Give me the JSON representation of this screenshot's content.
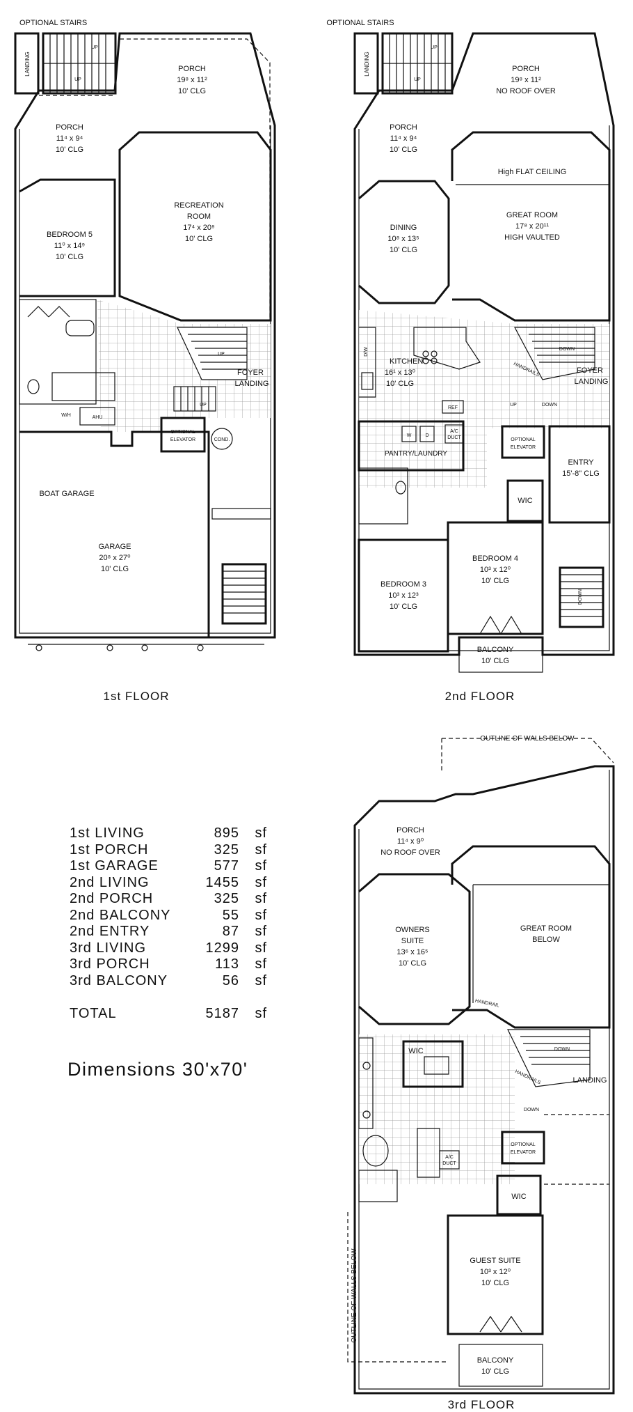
{
  "floor1": {
    "title": "1st FLOOR",
    "optional_stairs": "OPTIONAL STAIRS",
    "landing": "LANDING",
    "up1": "UP",
    "up2": "UP",
    "up3": "UP",
    "up4": "UP",
    "porch_big": {
      "name": "PORCH",
      "dims": "19⁸ x 11²",
      "clg": "10' CLG"
    },
    "porch_small": {
      "name": "PORCH",
      "dims": "11⁴ x 9⁴",
      "clg": "10' CLG"
    },
    "bedroom5": {
      "name": "BEDROOM 5",
      "dims": "11⁰ x 14⁹",
      "clg": "10' CLG"
    },
    "recreation": {
      "name1": "RECREATION",
      "name2": "ROOM",
      "dims": "17⁴ x 20⁹",
      "clg": "10' CLG"
    },
    "foyer": {
      "name1": "FOYER",
      "name2": "LANDING"
    },
    "wh": "W/H",
    "ahu": "AHU",
    "cond": "COND.",
    "elevator": {
      "line1": "OPTIONAL",
      "line2": "ELEVATOR"
    },
    "boat_garage": "BOAT GARAGE",
    "garage": {
      "name": "GARAGE",
      "dims": "20⁸ x 27⁰",
      "clg": "10' CLG"
    }
  },
  "floor2": {
    "title": "2nd FLOOR",
    "optional_stairs": "OPTIONAL STAIRS",
    "landing": "LANDING",
    "up1": "UP",
    "up2": "UP",
    "up3": "UP",
    "porch_big": {
      "name": "PORCH",
      "dims": "19⁸ x 11²",
      "clg": "NO ROOF OVER"
    },
    "porch_small": {
      "name": "PORCH",
      "dims": "11⁴ x 9⁴",
      "clg": "10' CLG"
    },
    "high_flat": "High FLAT CEILING",
    "dining": {
      "name": "DINING",
      "dims": "10⁸ x 13⁵",
      "clg": "10' CLG"
    },
    "great": {
      "name": "GREAT ROOM",
      "dims": "17⁸ x 20¹¹",
      "clg": "HIGH VAULTED"
    },
    "kitchen": {
      "name": "KITCHEN",
      "dims": "16¹ x 13⁰",
      "clg": "10' CLG"
    },
    "dw": "D/W",
    "ref": "REF",
    "w": "W",
    "d": "D",
    "ac": {
      "line1": "A/C",
      "line2": "DUCT"
    },
    "pantry": "PANTRY/LAUNDRY",
    "handrails": "HANDRAILS",
    "down1": "DOWN",
    "down2": "DOWN",
    "down3": "DOWN",
    "foyer": {
      "name1": "FOYER",
      "name2": "LANDING"
    },
    "elevator": {
      "line1": "OPTIONAL",
      "line2": "ELEVATOR"
    },
    "entry": {
      "name": "ENTRY",
      "clg": "15'-8\" CLG"
    },
    "wic": "WIC",
    "bedroom3": {
      "name": "BEDROOM 3",
      "dims": "10³ x 12³",
      "clg": "10' CLG"
    },
    "bedroom4": {
      "name": "BEDROOM 4",
      "dims": "10³ x 12⁰",
      "clg": "10' CLG"
    },
    "balcony": {
      "name": "BALCONY",
      "clg": "10' CLG"
    }
  },
  "floor3": {
    "title": "3rd FLOOR",
    "outline_top": "OUTLINE OF WALLS BELOW",
    "outline_side": "OUTLINE OF WALLS BELOW",
    "porch": {
      "name": "PORCH",
      "dims": "11⁴ x 9⁰",
      "clg": "NO ROOF OVER"
    },
    "great": {
      "name1": "GREAT ROOM",
      "name2": "BELOW"
    },
    "owners": {
      "name1": "OWNERS",
      "name2": "SUITE",
      "dims": "13⁶ x 16⁵",
      "clg": "10' CLG"
    },
    "handrail": "HANDRAIL",
    "handrails": "HANDRAILS",
    "down1": "DOWN",
    "down2": "DOWN",
    "landing": "LANDING",
    "wic1": "WIC",
    "wic2": "WIC",
    "ac": {
      "line1": "A/C",
      "line2": "DUCT"
    },
    "elevator": {
      "line1": "OPTIONAL",
      "line2": "ELEVATOR"
    },
    "guest": {
      "name": "GUEST SUITE",
      "dims": "10³ x 12⁰",
      "clg": "10' CLG"
    },
    "balcony": {
      "name": "BALCONY",
      "clg": "10' CLG"
    }
  },
  "sqft_table": [
    {
      "label": "1st  LIVING",
      "value": "895",
      "unit": "sf"
    },
    {
      "label": "1st  PORCH",
      "value": "325",
      "unit": "sf"
    },
    {
      "label": "1st  GARAGE",
      "value": "577",
      "unit": "sf"
    },
    {
      "label": "2nd  LIVING",
      "value": "1455",
      "unit": "sf"
    },
    {
      "label": "2nd  PORCH",
      "value": "325",
      "unit": "sf"
    },
    {
      "label": "2nd  BALCONY",
      "value": "55",
      "unit": "sf"
    },
    {
      "label": "2nd  ENTRY",
      "value": "87",
      "unit": "sf"
    },
    {
      "label": "3rd  LIVING",
      "value": "1299",
      "unit": "sf"
    },
    {
      "label": "3rd  PORCH",
      "value": "113",
      "unit": "sf"
    },
    {
      "label": "3rd  BALCONY",
      "value": "56",
      "unit": "sf"
    }
  ],
  "total": {
    "label": "TOTAL",
    "value": "5187",
    "unit": "sf"
  },
  "dimensions": "Dimensions  30'x70'"
}
